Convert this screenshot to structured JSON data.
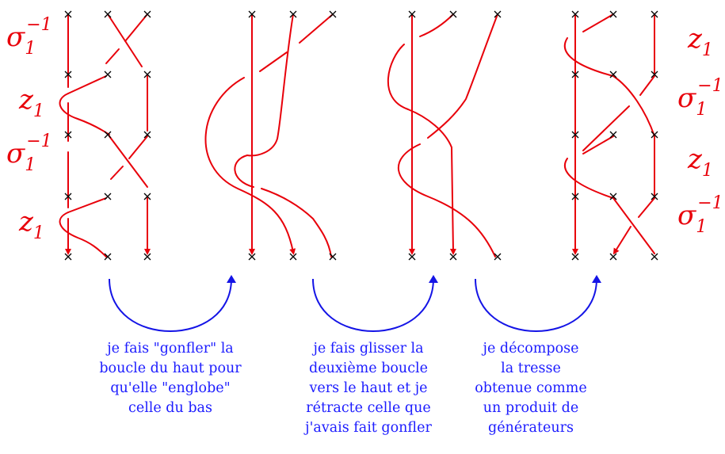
{
  "colors": {
    "strand": "#e8000a",
    "arrow": "#1414e6",
    "caption": "#1c1cff",
    "marker": "#000000"
  },
  "labels_left": [
    {
      "id": "l1",
      "base": "σ",
      "sub": "1",
      "sup": "−1"
    },
    {
      "id": "l2",
      "base": "z",
      "sub": "1",
      "sup": ""
    },
    {
      "id": "l3",
      "base": "σ",
      "sub": "1",
      "sup": "−1"
    },
    {
      "id": "l4",
      "base": "z",
      "sub": "1",
      "sup": ""
    }
  ],
  "labels_right": [
    {
      "id": "r1",
      "base": "z",
      "sub": "1",
      "sup": ""
    },
    {
      "id": "r2",
      "base": "σ",
      "sub": "1",
      "sup": "−1"
    },
    {
      "id": "r3",
      "base": "z",
      "sub": "1",
      "sup": ""
    },
    {
      "id": "r4",
      "base": "σ",
      "sub": "1",
      "sup": "−1"
    }
  ],
  "captions": [
    [
      "je fais \"gonfler\" la",
      "boucle du haut pour",
      "qu'elle \"englobe\"",
      "celle du bas"
    ],
    [
      "je fais glisser la",
      "deuxième boucle",
      "vers le haut et je",
      "rétracte celle que",
      "j'avais fait gonfler"
    ],
    [
      "je décompose",
      "la tresse",
      "obtenue comme",
      "un produit de",
      "générateurs"
    ]
  ]
}
